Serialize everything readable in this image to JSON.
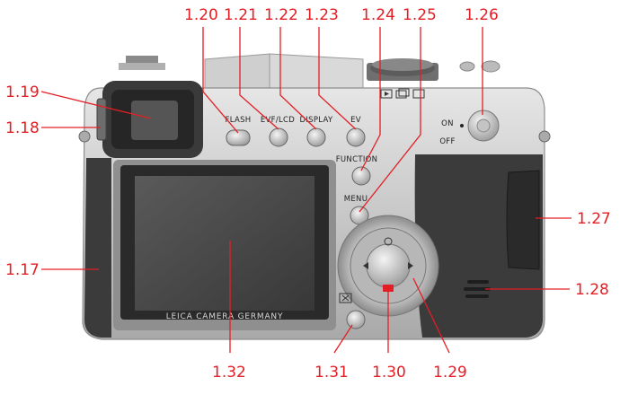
{
  "labels": {
    "l117": "1.17",
    "l118": "1.18",
    "l119": "1.19",
    "l120": "1.20",
    "l121": "1.21",
    "l122": "1.22",
    "l123": "1.23",
    "l124": "1.24",
    "l125": "1.25",
    "l126": "1.26",
    "l127": "1.27",
    "l128": "1.28",
    "l129": "1.29",
    "l130": "1.30",
    "l131": "1.31",
    "l132": "1.32"
  },
  "camera": {
    "flash": "FLASH",
    "evf_lcd": "EVF/LCD",
    "display": "DISPLAY",
    "ev": "EV",
    "function": "FUNCTION",
    "menu": "MENU",
    "on": "ON",
    "off": "OFF",
    "brand": "LEICA CAMERA GERMANY"
  },
  "colors": {
    "leader": "#e31e24",
    "body_silver": "#c9c9c9",
    "grip": "#3a3a3a",
    "screen": "#4a4a4a"
  }
}
